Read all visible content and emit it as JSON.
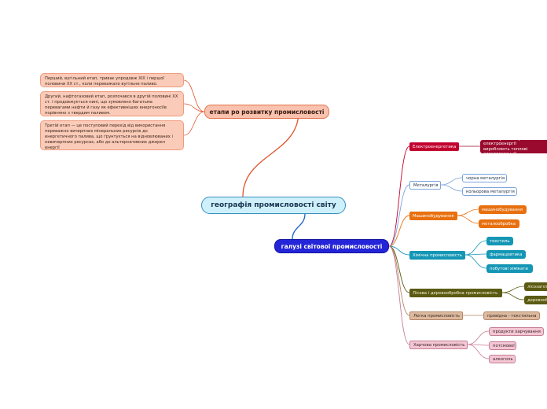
{
  "root": {
    "label": "географія промисловості світу"
  },
  "stages": {
    "label": "етапи ро розвитку промисловості",
    "items": [
      "Перший, вугільний етап, триває упродовж ХІХ і першої половини ХХ ст., коли переважало вугільне паливо.",
      "Другий, нафтогазовий етап, розпочався в другій половині ХХ ст. і продовжується нині, що зумовлено багатьма перевагами нафти й газу як ефективніших енергоносіїв порівняно з твердим паливом.",
      "Третій етап — це поступовий перехід від використання переважно вичерпних мінеральних ресурсів до енергетичного палива, що ґрунтується на відновлюваних і невичерпних ресурсах, або до альтернативних джерел енергії"
    ]
  },
  "industries": {
    "label": "галузі  світової промисловості",
    "branches": [
      {
        "label": "Електроенергетика",
        "children": [
          "Основну частину електроенергії виробляють теплові електростанції"
        ]
      },
      {
        "label": "Металургія",
        "children": [
          "чорна металургія",
          "кольорова металургія"
        ]
      },
      {
        "label": "Машинобудування",
        "children": [
          "машинобудування",
          "металообробка"
        ]
      },
      {
        "label": "Хімічна промисловість",
        "children": [
          "текстиль",
          "фармацевтика",
          "побутові хімікати"
        ]
      },
      {
        "label": "Лісова і деревообробна промисловість",
        "children": [
          "лісозаготівельна",
          "деревообробна"
        ]
      },
      {
        "label": "Легка промисловість",
        "children": [
          "провідна - текстильна"
        ]
      },
      {
        "label": "Харчова промисловість",
        "children": [
          "продукти харчування",
          "потсмової",
          "алкоголь"
        ]
      }
    ]
  },
  "colors": {
    "root_fill": "#cdf0fb",
    "stages_fill": "#f9c2ae",
    "stages_link": "#e0542c",
    "industries_fill": "#2424d8",
    "industries_link": "#1a62c8",
    "electric": "#c2002f",
    "electric_leaf": "#9a0a2e",
    "metal_border": "#7aa4dc",
    "machine": "#e8700f",
    "chem": "#1496b5",
    "forest": "#5b5a14",
    "light_fill": "#dcbaa0",
    "light_border": "#b58566",
    "food_fill": "#f2c7d3",
    "food_border": "#c67d96"
  }
}
